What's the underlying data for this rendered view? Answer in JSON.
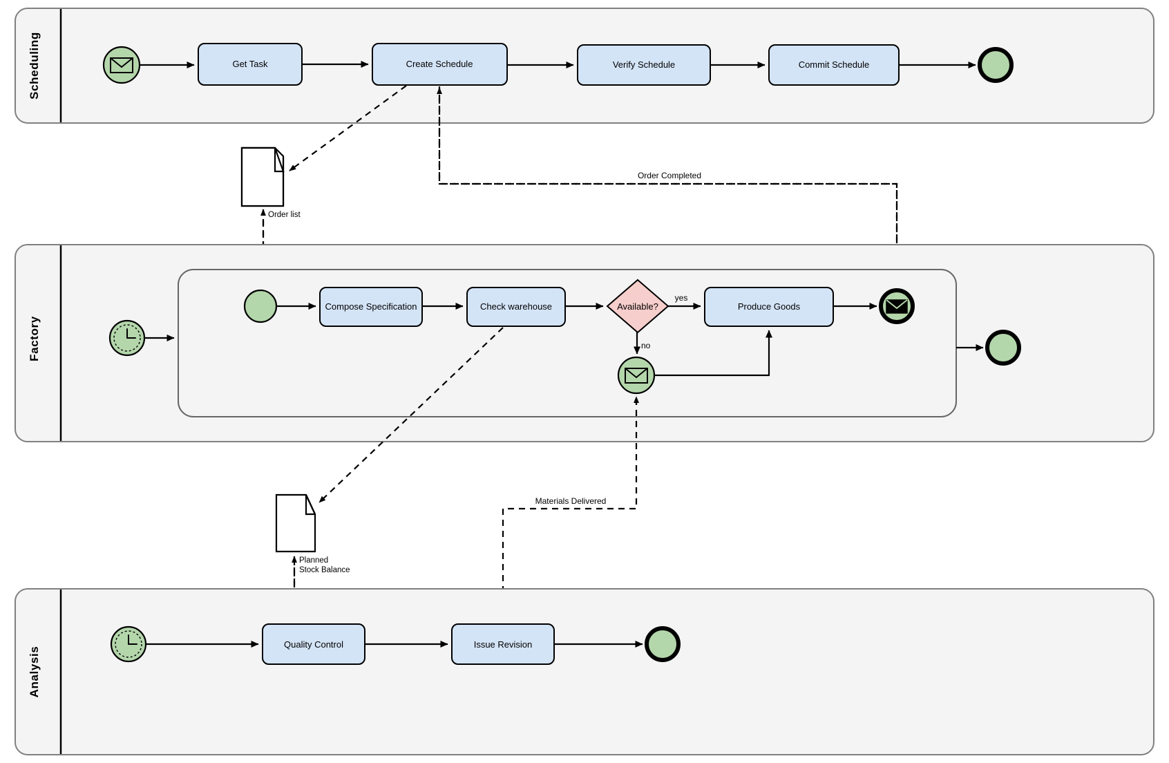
{
  "diagram": {
    "type": "bpmn-collaboration",
    "title": "Order fulfilment BPMN collaboration diagram",
    "colors": {
      "lane_fill": "#f4f4f4",
      "lane_stroke": "#808080",
      "task_fill": "#d4e4f7",
      "task_stroke": "#000000",
      "gateway_fill": "#f6cecc",
      "event_fill": "#b4d6ab",
      "document_fill": "#ffffff",
      "line": "#000000",
      "page_background": "#ffffff"
    }
  },
  "lanes": [
    {
      "id": "scheduling",
      "label": "Scheduling"
    },
    {
      "id": "factory",
      "label": "Factory"
    },
    {
      "id": "analysis",
      "label": "Analysis"
    }
  ],
  "scheduling": {
    "start_event": {
      "name": "message-start-event",
      "type": "message-start"
    },
    "tasks": [
      {
        "id": "get-task",
        "label": "Get Task"
      },
      {
        "id": "create-schedule",
        "label": "Create Schedule"
      },
      {
        "id": "verify-schedule",
        "label": "Verify Schedule"
      },
      {
        "id": "commit-schedule",
        "label": "Commit Schedule"
      }
    ],
    "end_event": {
      "name": "end-event",
      "type": "plain-end"
    }
  },
  "factory": {
    "start_event": {
      "name": "timer-start-event",
      "type": "timer-start"
    },
    "subprocess": {
      "start_event": {
        "name": "start-event",
        "type": "plain-start"
      },
      "tasks": [
        {
          "id": "compose-specification",
          "label": "Compose Specification"
        },
        {
          "id": "check-warehouse",
          "label": "Check warehouse"
        },
        {
          "id": "produce-goods",
          "label": "Produce Goods"
        }
      ],
      "gateway": {
        "id": "available-gateway",
        "label": "Available?"
      },
      "gateway_flows": [
        {
          "id": "yes-flow",
          "label": "yes"
        },
        {
          "id": "no-flow",
          "label": "no"
        }
      ],
      "intermediate_event": {
        "name": "message-catch-event",
        "type": "message-intermediate-catch"
      },
      "end_event": {
        "name": "message-end-event",
        "type": "message-end"
      }
    },
    "end_event": {
      "name": "end-event",
      "type": "plain-end"
    }
  },
  "analysis": {
    "start_event": {
      "name": "timer-start-event",
      "type": "timer-start"
    },
    "tasks": [
      {
        "id": "quality-control",
        "label": "Quality Control"
      },
      {
        "id": "issue-revision",
        "label": "Issue Revision"
      }
    ],
    "end_event": {
      "name": "end-event",
      "type": "plain-end"
    }
  },
  "data_objects": [
    {
      "id": "order-list",
      "label": "Order list"
    },
    {
      "id": "planned-stock-balance",
      "label_line1": "Planned",
      "label_line2": "Stock Balance"
    }
  ],
  "message_flows": [
    {
      "id": "order-completed",
      "label": "Order Completed"
    },
    {
      "id": "materials-delivered",
      "label": "Materials Delivered"
    }
  ]
}
